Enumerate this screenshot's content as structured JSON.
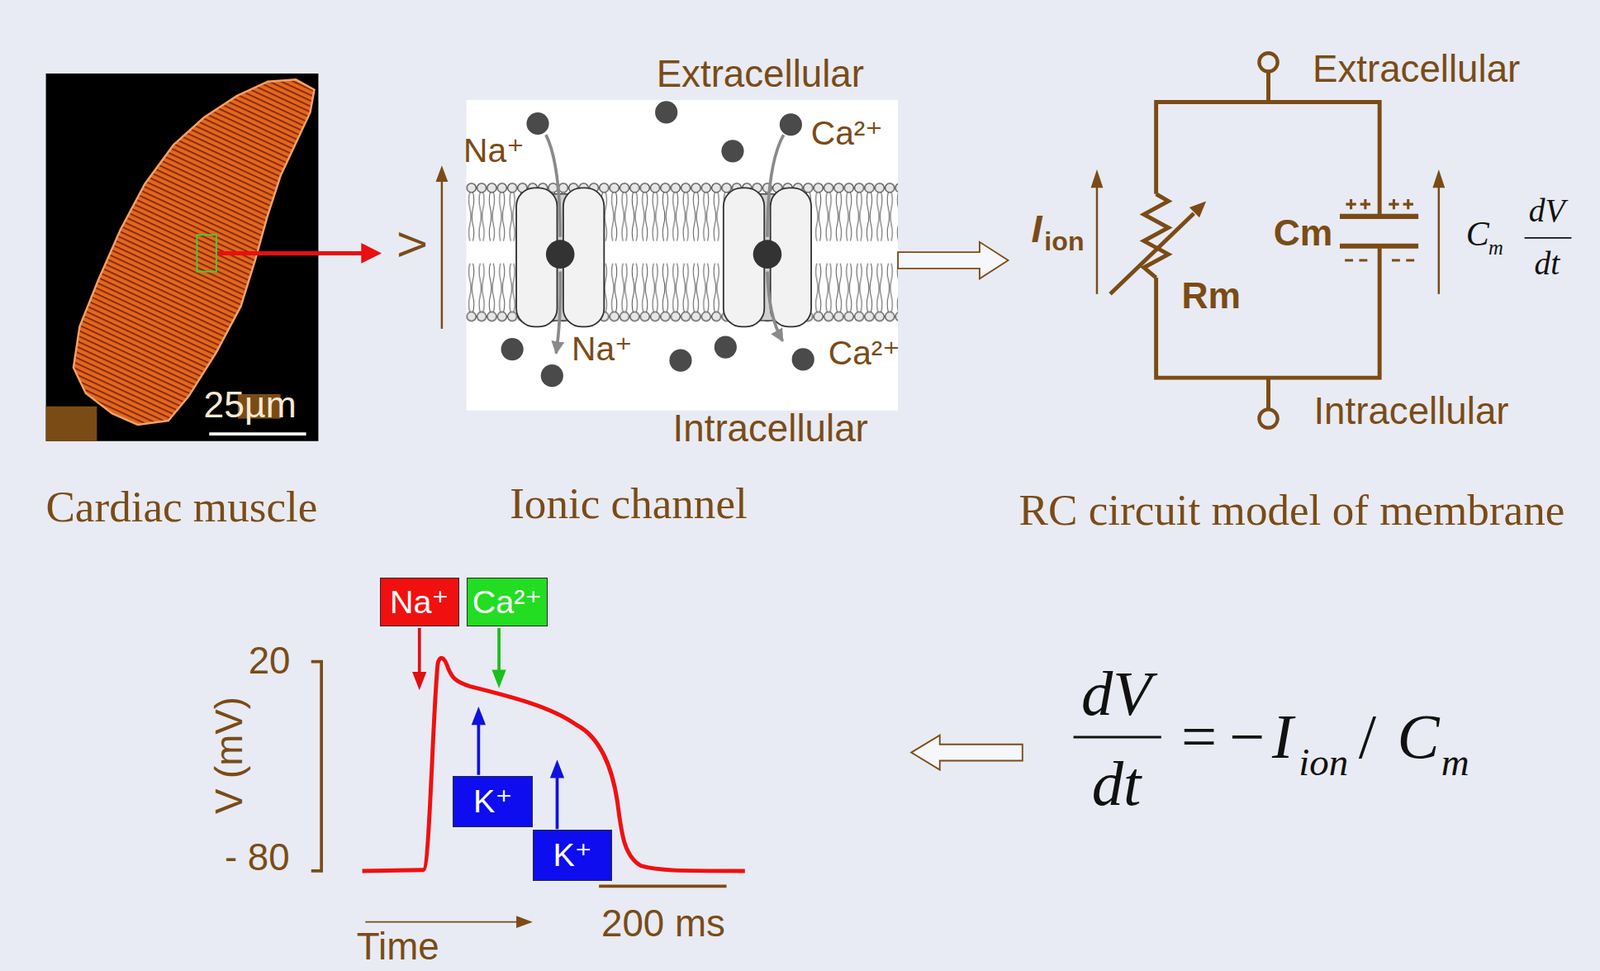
{
  "diagram": {
    "nodes": [
      {
        "text": [
          "25µm"
        ]
      },
      {
        "text": [
          "Na⁺",
          "Ca²⁺",
          "Na⁺",
          "Ca²⁺"
        ]
      },
      {
        "text": [
          "Na⁺"
        ]
      },
      {
        "text": [
          "Ca²⁺"
        ]
      },
      {
        "text": [
          "K⁺"
        ]
      },
      {
        "text": [
          "K⁺"
        ]
      }
    ],
    "labels": [
      "Extracellular",
      "Extracellular",
      "V",
      "Intracellular",
      "Intracellular",
      "I",
      "ion",
      "Cm",
      "Rm",
      "C",
      "m",
      "dV",
      "dt",
      "Cardiac muscle",
      "Ionic channel",
      "RC circuit model of membrane",
      "20",
      "V (mV)",
      "- 80",
      "Time",
      "200 ms",
      "dV",
      "dt",
      "=",
      "−",
      "I",
      "ion",
      "/",
      "C",
      "m"
    ]
  }
}
